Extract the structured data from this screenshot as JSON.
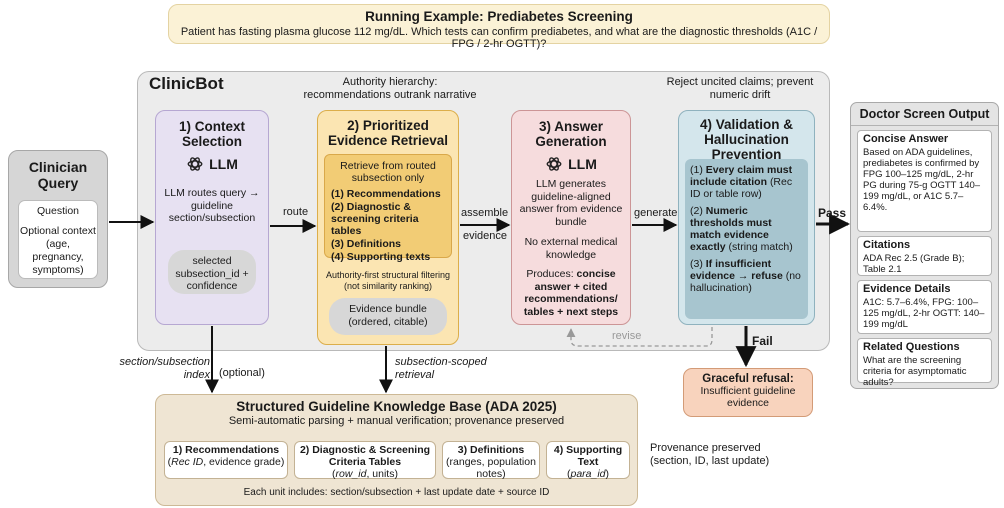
{
  "banner": {
    "title": "Running Example: Prediabetes Screening",
    "subtitle": "Patient has fasting plasma glucose 112 mg/dL. Which tests can confirm prediabetes, and what are the diagnostic thresholds (A1C / FPG / 2-hr OGTT)?"
  },
  "query": {
    "title_line1": "Clinician",
    "title_line2": "Query",
    "question": "Question",
    "context": "Optional context (age, pregnancy, symptoms)"
  },
  "clinicbot": {
    "title": "ClinicBot",
    "authority_note": "Authority hierarchy: recommendations outrank narrative",
    "reject_note": "Reject uncited claims; prevent numeric drift"
  },
  "stage1": {
    "title": "1) Context Selection",
    "llm": "LLM",
    "desc": "LLM routes query → guideline section/subsection",
    "pill": "selected subsection_id + confidence"
  },
  "stage2": {
    "title": "2) Prioritized Evidence Retrieval",
    "intro": "Retrieve from routed subsection only",
    "items": [
      "(1) Recommendations",
      "(2) Diagnostic & screening criteria tables",
      "(3) Definitions",
      "(4) Supporting texts"
    ],
    "filter_note": "Authority-first structural filtering (not similarity ranking)",
    "bundle": "Evidence bundle (ordered, citable)"
  },
  "stage3": {
    "title": "3) Answer Generation",
    "llm": "LLM",
    "desc": "LLM generates guideline-aligned answer from evidence bundle",
    "no_ext": "No external medical knowledge",
    "produces_prefix": "Produces: ",
    "produces_bold": "concise answer + cited recommendations/ tables + next steps"
  },
  "stage4": {
    "title": "4) Validation & Hallucination Prevention",
    "checks": [
      {
        "num": "(1)",
        "bold": "Every claim must include citation",
        "rest": "(Rec ID or table row)"
      },
      {
        "num": "(2)",
        "bold": "Numeric thresholds must match evidence exactly",
        "rest": "(string match)"
      },
      {
        "num": "(3)",
        "bold": "If insufficient evidence → refuse",
        "rest": "(no hallucination)"
      }
    ]
  },
  "edges": {
    "route": "route",
    "assemble": "assemble",
    "evidence": "evidence",
    "generate": "generate",
    "pass": "Pass",
    "fail": "Fail",
    "revise": "revise",
    "section_index": "section/subsection index",
    "optional": "(optional)",
    "scoped_retrieval": "subsection-scoped retrieval"
  },
  "refusal": {
    "title": "Graceful refusal:",
    "text": "Insufficient guideline evidence"
  },
  "kb": {
    "title": "Structured Guideline Knowledge Base (ADA 2025)",
    "subtitle": "Semi-automatic parsing + manual verification; provenance preserved",
    "items": [
      {
        "title": "1) Recommendations",
        "detail_italic": "Rec ID",
        "detail_rest": ", evidence grade"
      },
      {
        "title": "2) Diagnostic & Screening Criteria Tables",
        "detail_italic": "row_id",
        "detail_rest": ", units"
      },
      {
        "title": "3) Definitions",
        "detail_italic": "",
        "detail_rest": "(ranges, population notes)"
      },
      {
        "title": "4) Supporting Text",
        "detail_italic": "para_id",
        "detail_rest": ""
      }
    ],
    "footer": "Each unit includes: section/subsection + last update date + source ID"
  },
  "provenance": "Provenance preserved (section, ID, last update)",
  "doctor_output": {
    "title": "Doctor Screen Output",
    "cards": [
      {
        "title": "Concise Answer",
        "text": "Based on ADA guidelines, prediabetes is confirmed by FPG 100–125 mg/dL, 2-hr PG during 75-g OGTT 140–199 mg/dL, or A1C 5.7–6.4%."
      },
      {
        "title": "Citations",
        "text": "ADA Rec 2.5 (Grade B); Table 2.1"
      },
      {
        "title": "Evidence Details",
        "text": "A1C: 5.7–6.4%, FPG: 100–125 mg/dL, 2-hr OGTT: 140–199 mg/dL"
      },
      {
        "title": "Related Questions",
        "text": "What are the screening criteria for asymptomatic adults?"
      }
    ]
  }
}
